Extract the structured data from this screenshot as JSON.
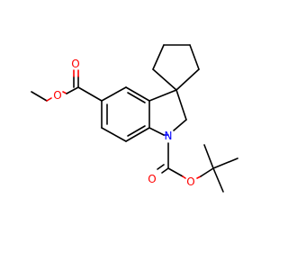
{
  "molecule": {
    "atom_labels": {
      "ester_o_single": "O",
      "ester_o_double": "O",
      "carbamate_n": "N",
      "carbamate_o_double": "O",
      "carbamate_o_single": "O"
    },
    "colors": {
      "carbon_bond": "#000000",
      "oxygen": "#ff0000",
      "nitrogen": "#0000ff",
      "background": "#ffffff"
    }
  }
}
